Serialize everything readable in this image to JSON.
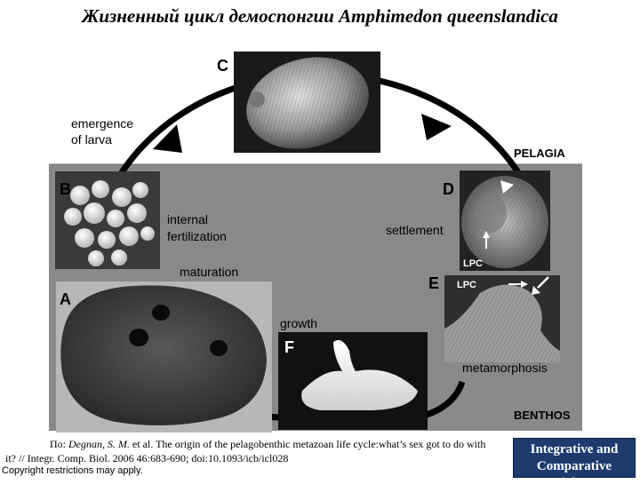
{
  "title": {
    "prefix": "Жизненный цикл демоспонгии ",
    "species": "Amphimedon queenslandica"
  },
  "figure": {
    "zones": {
      "pelagia": "PELAGIA",
      "benthos": "BENTHOS"
    },
    "panels": [
      {
        "letter": "C",
        "stage": "free-swimming larva"
      },
      {
        "letter": "B",
        "stage": "embryos in brood chamber"
      },
      {
        "letter": "A",
        "stage": "adult sponge"
      },
      {
        "letter": "D",
        "stage": "settling larva"
      },
      {
        "letter": "E",
        "stage": "metamorphosing juvenile"
      },
      {
        "letter": "F",
        "stage": "juvenile sponge"
      }
    ],
    "labels": {
      "emergence": [
        "emergence",
        "of larva"
      ],
      "internal_fertilization": [
        "internal",
        "fertilization"
      ],
      "maturation": "maturation",
      "settlement": "settlement",
      "growth": "growth",
      "metamorphosis": "metamorphosis",
      "lpc_d": "LPC",
      "lpc_e": "LPC"
    },
    "colors": {
      "pelagia_bg": "#ffffff",
      "benthos_bg": "#8a8a8a",
      "cycle_arrow": "#000000"
    }
  },
  "citation": {
    "prefix": "По: ",
    "authors": "Degnan, S. M.",
    "rest": " et al. The origin of the pelagobenthic metazoan life cycle:what’s sex got to do with it? // Integr. Comp. Biol. 2006 46:683-690; doi:10.1093/icb/icl028"
  },
  "copyright": "Copyright restrictions may apply.",
  "journal_logo": [
    "Integrative and",
    "Comparative Biology"
  ]
}
